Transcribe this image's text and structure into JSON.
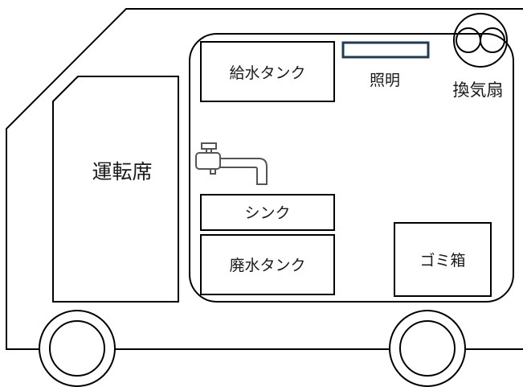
{
  "labels": {
    "driver_seat": "運転席",
    "water_supply_tank": "給水タンク",
    "lighting": "照明",
    "ventilation_fan": "換気扇",
    "sink": "シンク",
    "waste_water_tank": "廃水タンク",
    "trash_box": "ゴミ箱"
  },
  "colors": {
    "line": "#000000",
    "lighting_accent": "#1f3b57",
    "text": "#1a1a1a",
    "faucet": "#555555"
  }
}
